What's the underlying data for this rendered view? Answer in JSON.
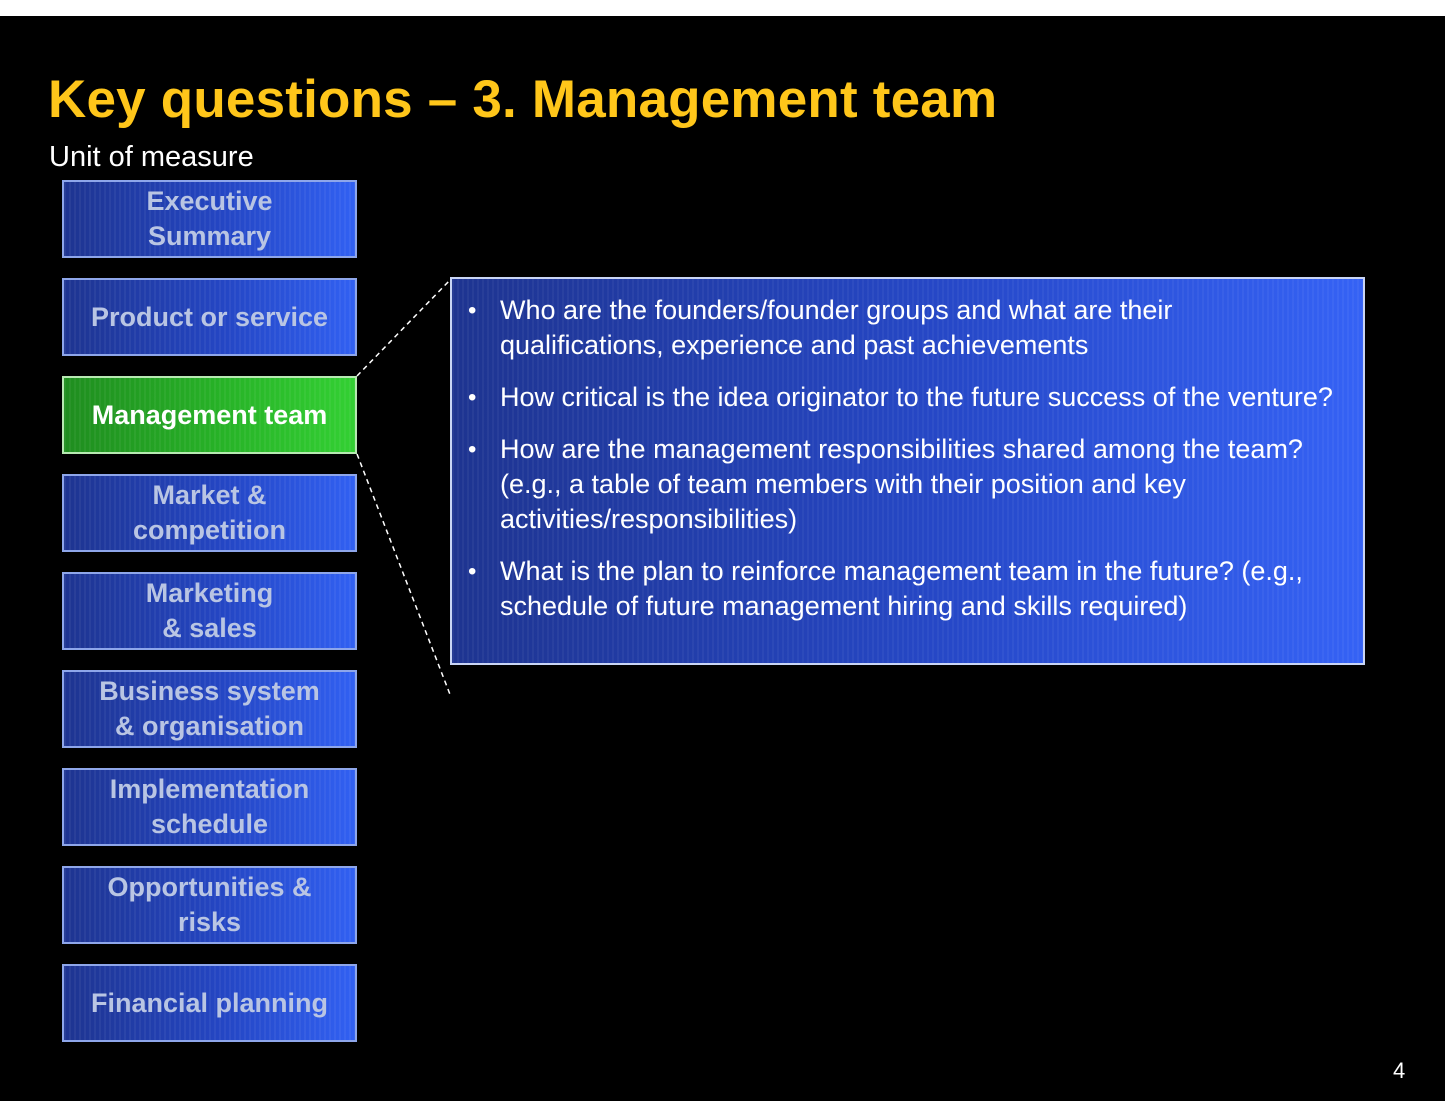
{
  "title": "Key questions – 3.  Management team",
  "subtitle": "Unit of measure",
  "nav": {
    "items": [
      {
        "label": "Executive\nSummary",
        "active": false
      },
      {
        "label": "Product or service",
        "active": false
      },
      {
        "label": "Management team",
        "active": true
      },
      {
        "label": "Market &\ncompetition",
        "active": false
      },
      {
        "label": "Marketing\n& sales",
        "active": false
      },
      {
        "label": "Business system\n& organisation",
        "active": false
      },
      {
        "label": "Implementation\nschedule",
        "active": false
      },
      {
        "label": "Opportunities &\nrisks",
        "active": false
      },
      {
        "label": "Financial planning",
        "active": false
      }
    ]
  },
  "content": {
    "bullets": [
      "Who are the founders/founder groups and what are their qualifications, experience and past achievements",
      "How critical is the idea originator to the future success of the venture?",
      "How are the management responsibilities shared among the team?  (e.g., a table of team members with their position and key activities/responsibilities)",
      "What is the plan to reinforce management team in the future? (e.g., schedule of future management hiring and skills required)"
    ]
  },
  "page_number": "4",
  "colors": {
    "title": "#ffc61a",
    "nav_inactive": "#2446c4",
    "nav_active": "#27b327",
    "content_box": "#2648c8",
    "background": "#000000"
  }
}
